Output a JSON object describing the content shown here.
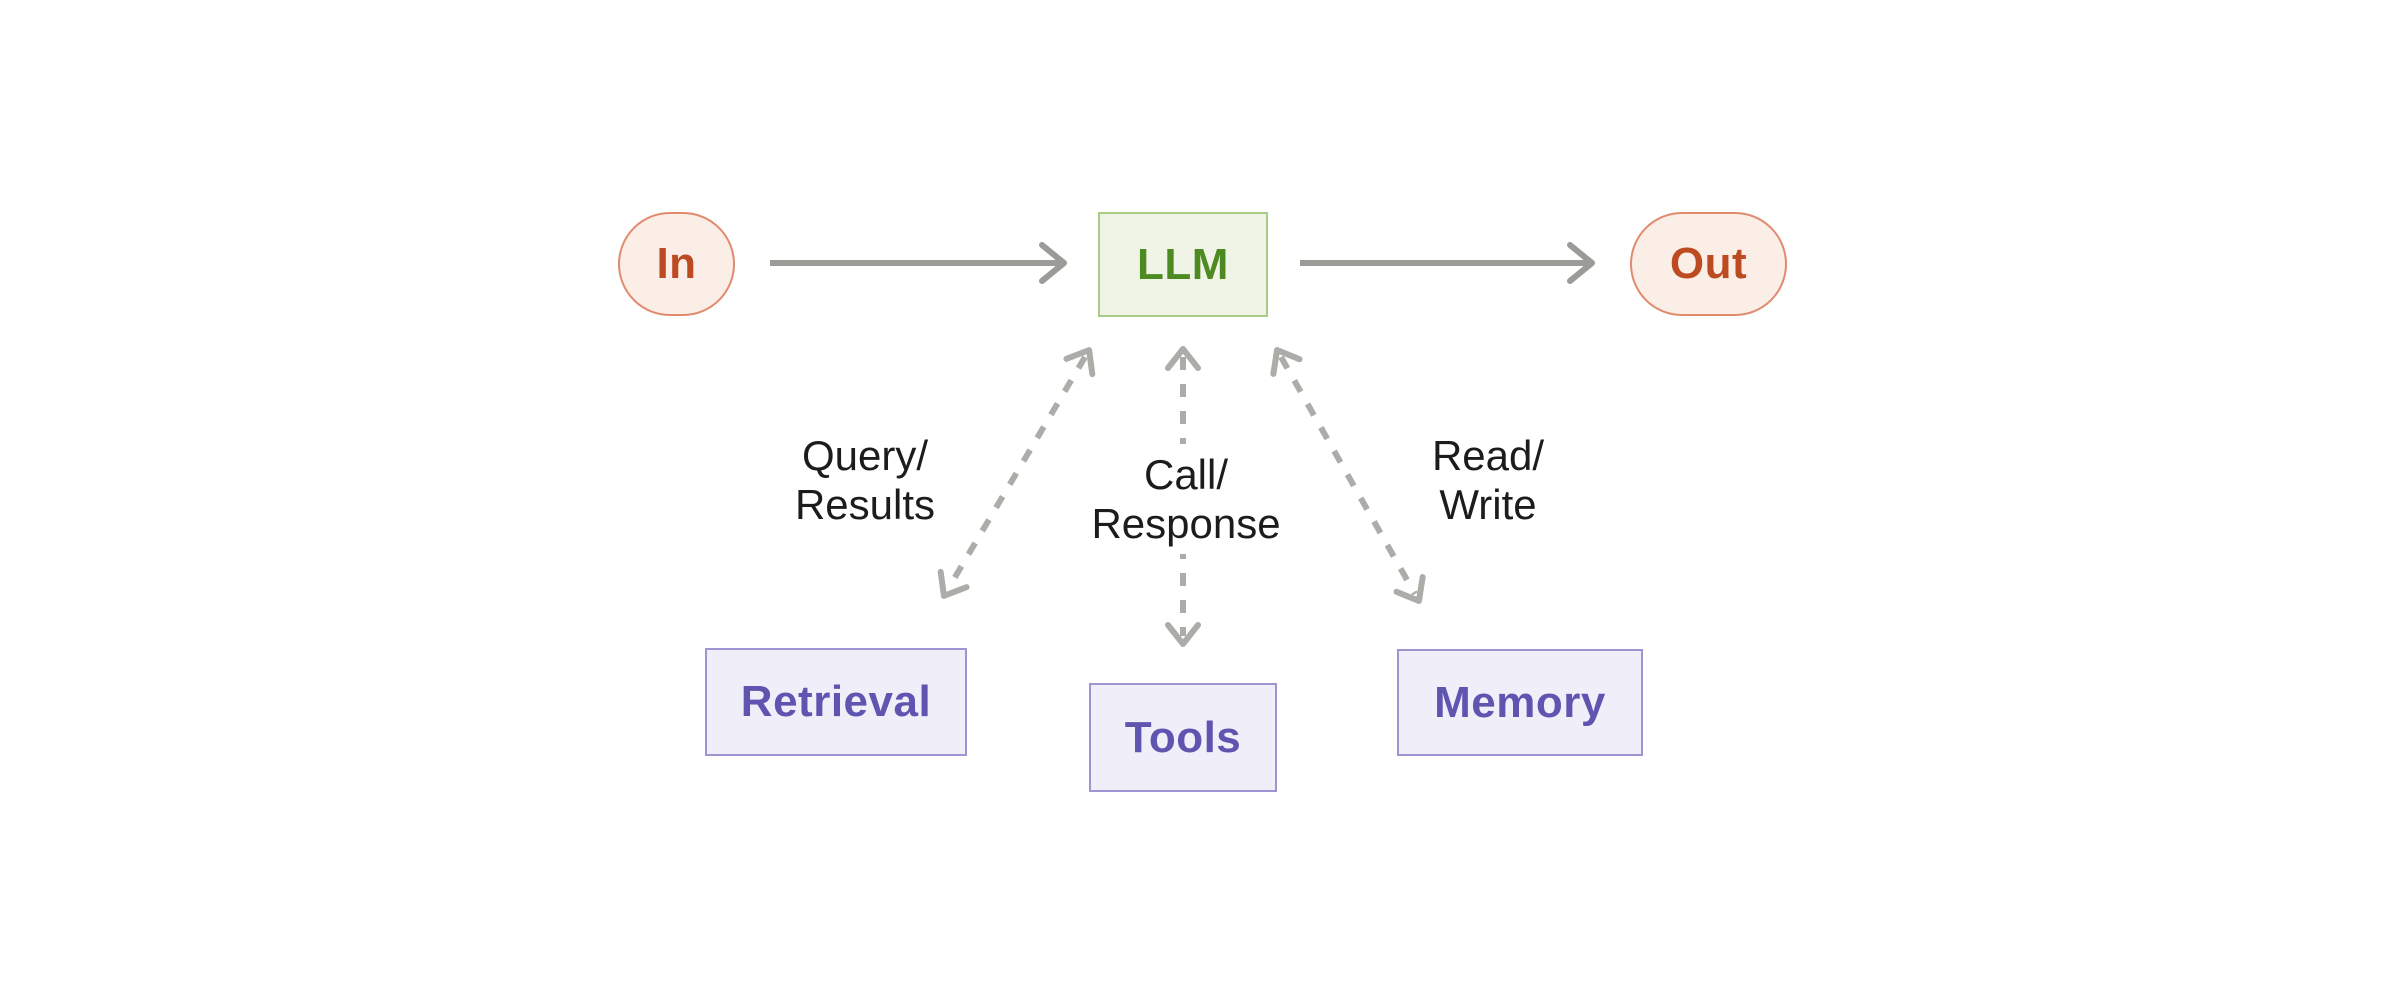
{
  "diagram": {
    "nodes": {
      "in": {
        "label": "In",
        "shape": "pill"
      },
      "llm": {
        "label": "LLM",
        "shape": "rect"
      },
      "out": {
        "label": "Out",
        "shape": "pill"
      },
      "retrieval": {
        "label": "Retrieval",
        "shape": "rect"
      },
      "tools": {
        "label": "Tools",
        "shape": "rect"
      },
      "memory": {
        "label": "Memory",
        "shape": "rect"
      }
    },
    "edge_labels": {
      "query_results": {
        "line1": "Query/",
        "line2": "Results"
      },
      "call_response": {
        "line1": "Call/",
        "line2": "Response"
      },
      "read_write": {
        "line1": "Read/",
        "line2": "Write"
      }
    },
    "edges": [
      {
        "from": "In",
        "to": "LLM",
        "style": "solid",
        "direction": "one-way"
      },
      {
        "from": "LLM",
        "to": "Out",
        "style": "solid",
        "direction": "one-way"
      },
      {
        "from": "LLM",
        "to": "Retrieval",
        "style": "dashed",
        "direction": "two-way",
        "label": "Query/Results"
      },
      {
        "from": "LLM",
        "to": "Tools",
        "style": "dashed",
        "direction": "two-way",
        "label": "Call/Response"
      },
      {
        "from": "LLM",
        "to": "Memory",
        "style": "dashed",
        "direction": "two-way",
        "label": "Read/Write"
      }
    ],
    "colors": {
      "background": "#FFFFFF",
      "in_out_bg": "#FBEEE7",
      "in_out_border": "#E08A6E",
      "in_out_text": "#BC4B21",
      "llm_bg": "#EFF4E6",
      "llm_border": "#A8CB85",
      "llm_text": "#4E8A22",
      "module_bg": "#F0EEF8",
      "module_border": "#9C95D2",
      "module_text": "#5F55B0",
      "solid_arrow": "#9B9B97",
      "dashed_arrow": "#ACACA8",
      "label_text": "#1C1C1C"
    }
  }
}
